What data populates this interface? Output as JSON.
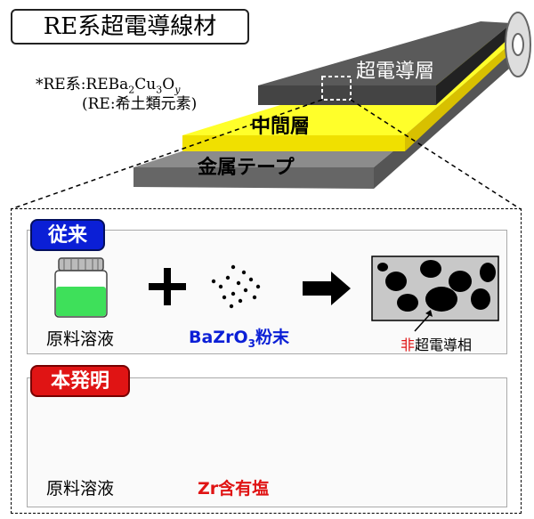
{
  "header": {
    "title": "RE系超電導線材",
    "note_line1_prefix": "*RE系:REBa",
    "note_sub1": "2",
    "note_mid1": "Cu",
    "note_sub2": "3",
    "note_mid2": "O",
    "note_sub3": "y",
    "note_line2": "(RE:希土類元素)"
  },
  "tape": {
    "superconducting_layer": "超電導層",
    "intermediate_layer": "中間層",
    "metal_tape": "金属テープ"
  },
  "conventional": {
    "badge": "従来",
    "solution_label": "原料溶液",
    "additive_label": "BaZrO",
    "additive_sub": "3",
    "additive_suffix": "粉末",
    "annotation_prefix": "非",
    "annotation_suffix": "超電導相"
  },
  "invention": {
    "badge": "本発明",
    "solution_label": "原料溶液",
    "additive_label": "Zr含有塩"
  },
  "colors": {
    "green_solution": "#3ee05a",
    "pink_salt": "#f8c8c0",
    "blue": "#0b1fd6",
    "red": "#e01414",
    "yellow": "#ffff2a",
    "dark_layer": "#3a3a3a",
    "gray_tape": "#8c8c8c"
  }
}
